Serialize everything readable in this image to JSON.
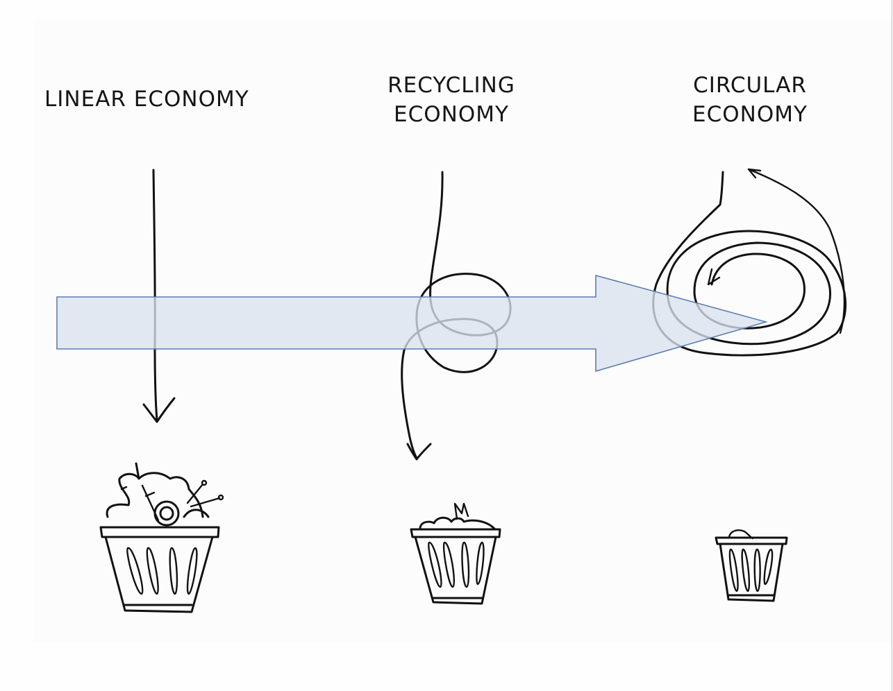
{
  "diagram": {
    "labels": {
      "linear": "LINEAR ECONOMY",
      "recycling_line1": "RECYCLING",
      "recycling_line2": "ECONOMY",
      "circular_line1": "CIRCULAR",
      "circular_line2": "ECONOMY"
    },
    "stages": [
      {
        "id": "linear",
        "flow": "straight-down-arrow",
        "waste_bin": "full-overflowing"
      },
      {
        "id": "recycling",
        "flow": "looped-arrow-then-down",
        "waste_bin": "partly-full"
      },
      {
        "id": "circular",
        "flow": "closed-spiral-loop",
        "waste_bin": "nearly-empty"
      }
    ],
    "progress_arrow": {
      "direction": "left-to-right",
      "fill_color": "#d9e1ee",
      "stroke_color": "#5b7db1"
    }
  }
}
